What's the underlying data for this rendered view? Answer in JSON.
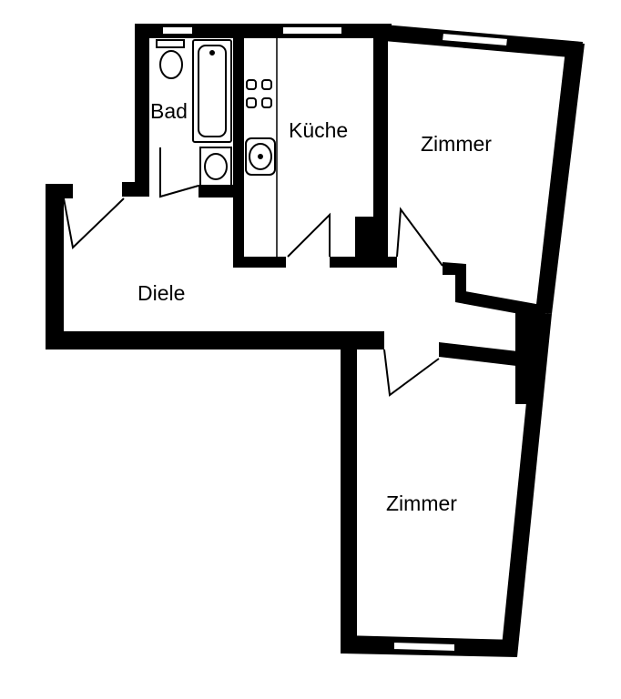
{
  "rooms": {
    "bad": "Bad",
    "kueche": "Küche",
    "zimmer_top": "Zimmer",
    "diele": "Diele",
    "zimmer_bottom": "Zimmer"
  },
  "colors": {
    "wall": "#000000",
    "background": "#ffffff"
  }
}
